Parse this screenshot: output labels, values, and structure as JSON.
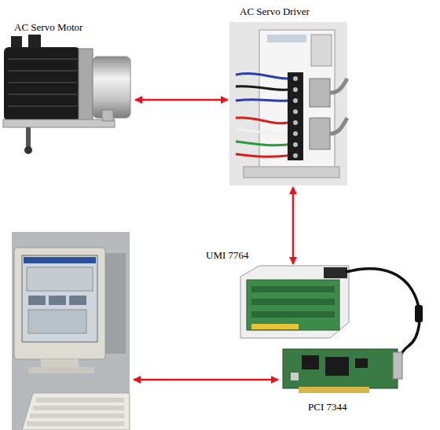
{
  "diagram": {
    "nodes": [
      {
        "text": [
          "AC Servo Motor"
        ]
      },
      {
        "text": [
          "AC Servo Driver"
        ]
      },
      {
        "text": [
          "UMI 7764"
        ]
      },
      {
        "text": [
          "PCI 7344"
        ]
      }
    ],
    "edges": [
      {
        "from": 0,
        "to": 1,
        "arrow": "both"
      },
      {
        "from": 1,
        "to": 2,
        "arrow": "both"
      }
    ]
  }
}
